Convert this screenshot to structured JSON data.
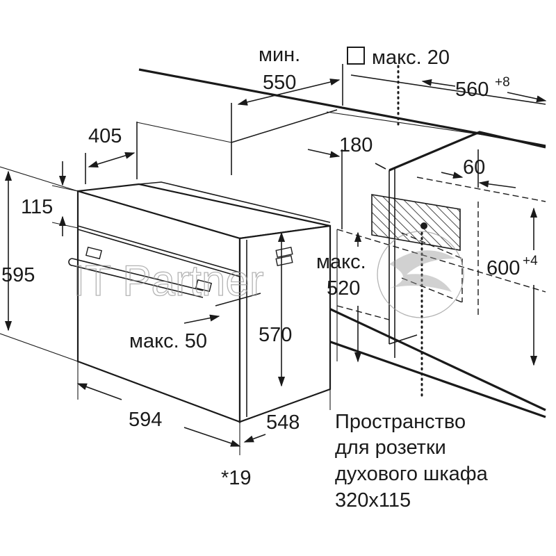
{
  "labels": {
    "min_label": "мин.",
    "min_depth": "550",
    "max_label": "макс. 20",
    "niche_width": "560",
    "niche_width_sup": "+8",
    "depth_405": "405",
    "dist_180": "180",
    "dist_60": "60",
    "dim_115": "115",
    "height_595": "595",
    "max_word": "макс.",
    "max_520": "520",
    "niche_height": "600",
    "niche_height_sup": "+4",
    "max_50": "макс. 50",
    "height_570": "570",
    "width_594": "594",
    "depth_548": "548",
    "note_19": "*19"
  },
  "socket_note": {
    "lines": [
      "Пространство",
      "для розетки",
      "духового шкафа",
      "320x115"
    ]
  },
  "watermark": "IT Partner",
  "colors": {
    "line": "#1a1a1a",
    "watermark": "#9a9a9a",
    "background": "#ffffff"
  }
}
